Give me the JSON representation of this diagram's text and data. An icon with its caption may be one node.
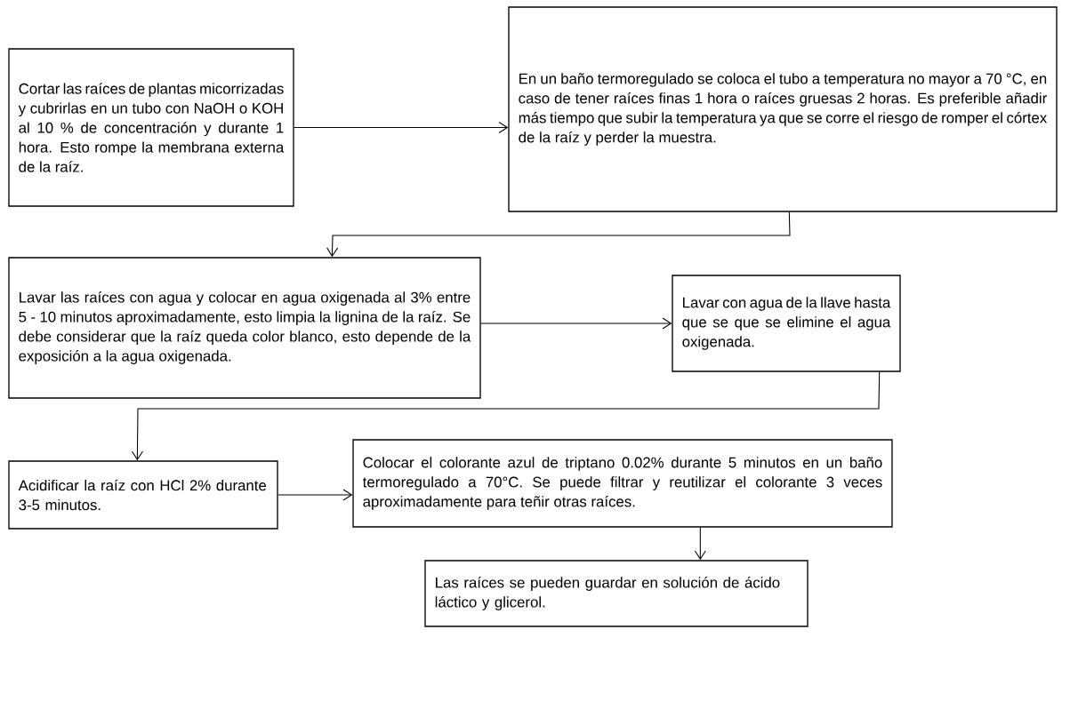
{
  "diagram": {
    "nodes": [
      {
        "text": [
          "Cortar las raíces de plantas micorrizadas y cubrirlas en un tubo con NaOH o KOH al 10 % de concentración y durante 1 hora. Esto rompe la membrana externa de la raíz."
        ]
      },
      {
        "text": [
          "En un baño termoregulado se coloca el tubo a temperatura no mayor a 70 °C, en caso de tener raíces finas 1 hora o raíces gruesas 2 horas. Es preferible añadir más tiempo que subir la temperatura ya que se corre el riesgo de romper el córtex de la raíz y perder la muestra."
        ]
      },
      {
        "text": [
          "Lavar las raíces con agua y colocar en agua oxigenada al 3% entre 5 - 10 minutos aproximadamente, esto limpia la lignina de la raíz. Se debe considerar que la raíz queda color blanco, esto depende de la exposición a la agua oxigenada."
        ]
      },
      {
        "text": [
          "Lavar con agua de la llave hasta que se que se elimine el agua oxigenada."
        ]
      },
      {
        "text": [
          "Acidificar la raíz con HCl 2% durante 3-5 minutos."
        ]
      },
      {
        "text": [
          "Colocar el colorante azul de triptano 0.02% durante 5 minutos en un baño termoregulado a 70°C. Se puede filtrar y reutilizar el colorante 3 veces aproximadamente para teñir otras raíces."
        ]
      },
      {
        "text": [
          "Las raíces se pueden guardar en solución de ácido láctico y glicerol."
        ]
      }
    ],
    "edges": [
      {
        "from": 0,
        "to": 1,
        "arrow": "to"
      },
      {
        "from": 1,
        "to": 2,
        "arrow": "to"
      },
      {
        "from": 2,
        "to": 3,
        "arrow": "to"
      },
      {
        "from": 3,
        "to": 4,
        "arrow": "to"
      },
      {
        "from": 4,
        "to": 5,
        "arrow": "to"
      },
      {
        "from": 5,
        "to": 6,
        "arrow": "to"
      }
    ]
  }
}
